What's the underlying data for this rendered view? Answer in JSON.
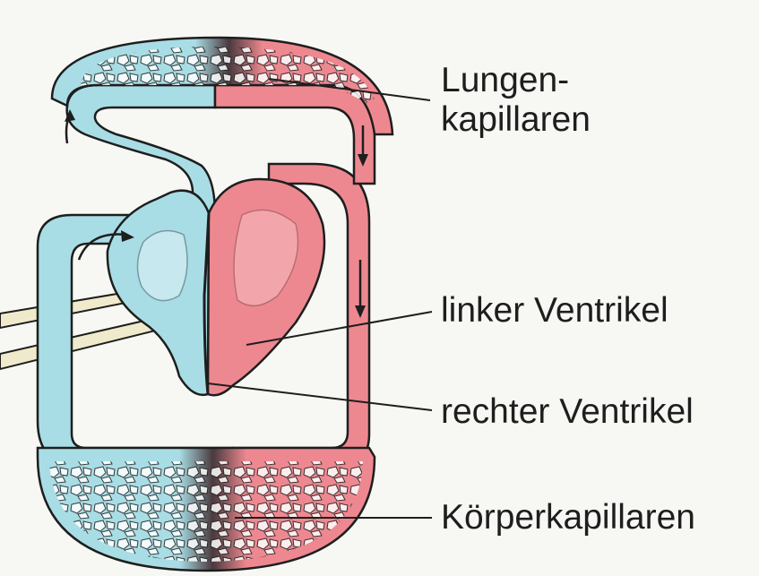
{
  "colors": {
    "background": "#f7f7f4",
    "blood_deoxygenated": "#a8dde5",
    "blood_oxygenated": "#ee8890",
    "outline": "#1e1e1e",
    "capillary_cell": "#ffffff"
  },
  "labels": {
    "lungenkapillaren_line1": "Lungen-",
    "lungenkapillaren_line2": "kapillaren",
    "linker_ventrikel": "linker Ventrikel",
    "rechter_ventrikel": "rechter Ventrikel",
    "koerperkapillaren": "Körperkapillaren"
  },
  "icons": {
    "flow_arrows": "arrow-icon"
  }
}
